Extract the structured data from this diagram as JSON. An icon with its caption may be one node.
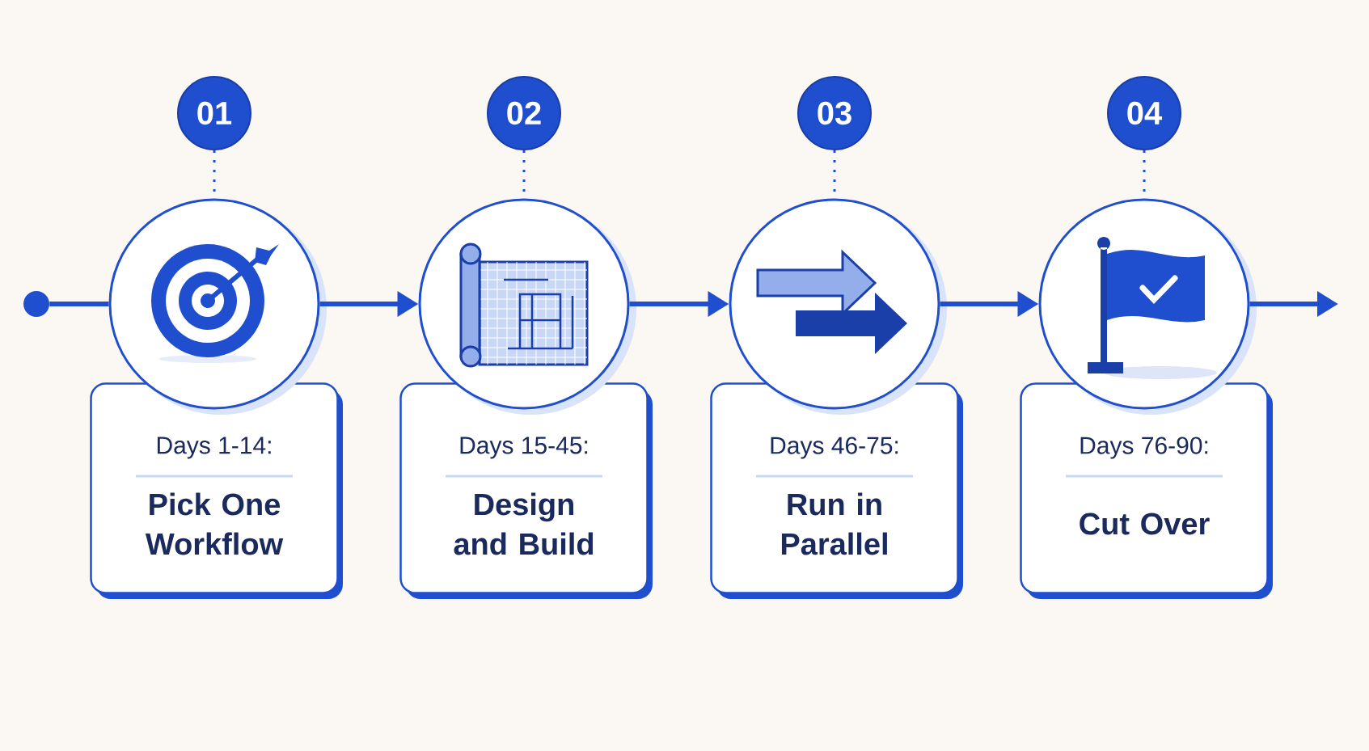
{
  "diagram": {
    "nodes": [
      {
        "text": [],
        "shape": "circle"
      },
      {
        "text": [
          "01"
        ]
      },
      {
        "text": [],
        "shape": "circle"
      },
      {
        "text": [
          "Days 1-14:",
          "Pick One Workflow"
        ]
      },
      {
        "text": [
          "02"
        ]
      },
      {
        "text": [],
        "shape": "circle"
      },
      {
        "text": [
          "Days 15-45:",
          "Design and Build"
        ]
      },
      {
        "text": [
          "03"
        ]
      },
      {
        "text": [],
        "shape": "circle"
      },
      {
        "text": [
          "Days 46-75:",
          "Run in Parallel"
        ]
      },
      {
        "text": [
          "04"
        ]
      },
      {
        "text": [],
        "shape": "circle"
      },
      {
        "text": [
          "Days 76-90:",
          "Cut Over"
        ]
      }
    ],
    "edges": [
      {
        "from": 0,
        "to": 2,
        "arrow": "none"
      },
      {
        "from": 2,
        "to": 5,
        "arrow": "to"
      },
      {
        "from": 5,
        "to": 8,
        "arrow": "to"
      },
      {
        "from": 8,
        "to": 11,
        "arrow": "to"
      },
      {
        "from": 11,
        "to": null,
        "arrow": "to"
      },
      {
        "from": 1,
        "to": 2,
        "arrow": "none",
        "style": "dashed"
      },
      {
        "from": 4,
        "to": 5,
        "arrow": "none",
        "style": "dashed"
      },
      {
        "from": 7,
        "to": 8,
        "arrow": "none",
        "style": "dashed"
      },
      {
        "from": 10,
        "to": 11,
        "arrow": "none",
        "style": "dashed"
      }
    ]
  }
}
